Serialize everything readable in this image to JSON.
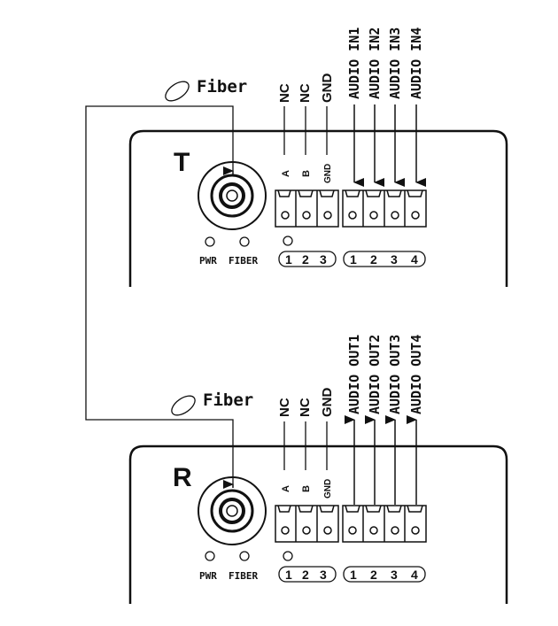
{
  "fiber_label": "Fiber",
  "transmitter": {
    "letter": "T",
    "signal_labels": [
      "NC",
      "NC",
      "GND"
    ],
    "pin_labels": [
      "A",
      "B",
      "GND"
    ],
    "audio_labels": [
      "AUDIO IN1",
      "AUDIO IN2",
      "AUDIO IN3",
      "AUDIO IN4"
    ],
    "audio_direction": "input",
    "led_labels": [
      "PWR",
      "FIBER"
    ],
    "control_numbers": [
      "1",
      "2",
      "3"
    ],
    "audio_numbers": [
      "1",
      "2",
      "3",
      "4"
    ]
  },
  "receiver": {
    "letter": "R",
    "signal_labels": [
      "NC",
      "NC",
      "GND"
    ],
    "pin_labels": [
      "A",
      "B",
      "GND"
    ],
    "audio_labels": [
      "AUDIO OUT1",
      "AUDIO OUT2",
      "AUDIO OUT3",
      "AUDIO OUT4"
    ],
    "audio_direction": "output",
    "led_labels": [
      "PWR",
      "FIBER"
    ],
    "control_numbers": [
      "1",
      "2",
      "3"
    ],
    "audio_numbers": [
      "1",
      "2",
      "3",
      "4"
    ]
  },
  "colors": {
    "line": "#111111",
    "background": "#ffffff"
  }
}
